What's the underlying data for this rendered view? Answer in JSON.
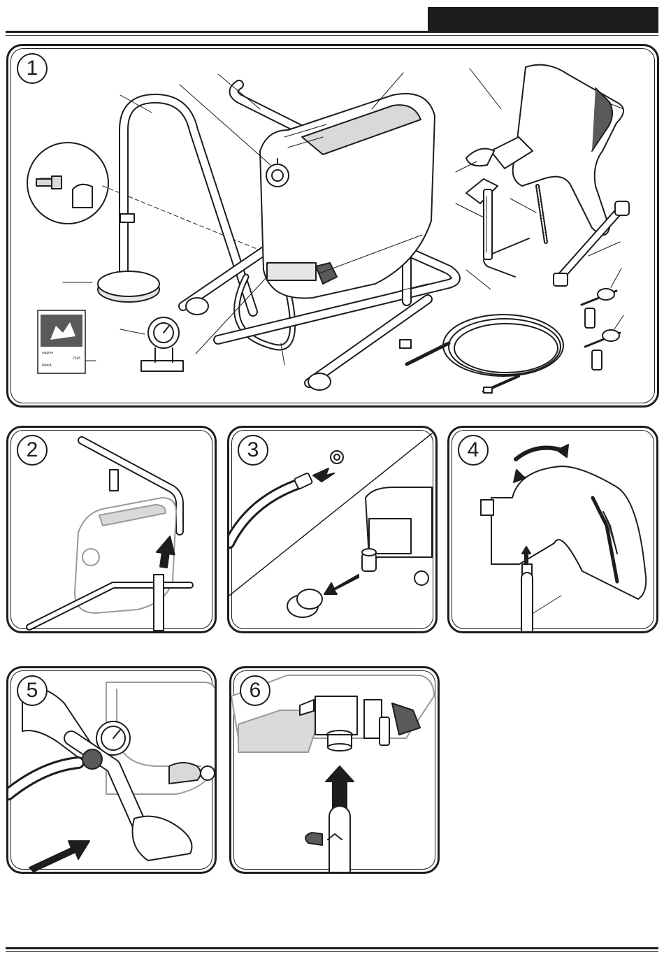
{
  "panels": {
    "overview": {
      "step": "1"
    },
    "mount_frame": {
      "step": "2"
    },
    "remove_cap": {
      "step": "3"
    },
    "attach_gun": {
      "step": "4"
    },
    "tighten_hose": {
      "step": "5"
    },
    "suction_tube": {
      "step": "6"
    }
  },
  "manual_cover": {
    "brand": "wagner",
    "title": "ItalicA",
    "code": "2345"
  },
  "icons": [
    "arrow-icon",
    "rotate-arrows-icon"
  ],
  "colors": {
    "ink": "#1d1d1b",
    "paper": "#ffffff",
    "shade": "#d9d9d9",
    "dark_shade": "#5a5a5a"
  }
}
